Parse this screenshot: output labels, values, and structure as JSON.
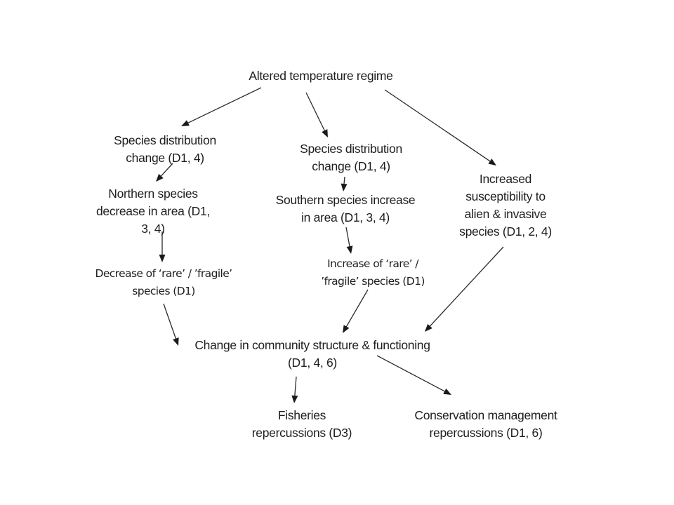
{
  "diagram": {
    "nodes": [
      {
        "id": "altered-temperature",
        "lines": [
          "Altered temperature regime"
        ]
      },
      {
        "id": "species-distribution-left",
        "lines": [
          "Species distribution",
          "change (D1, 4)"
        ]
      },
      {
        "id": "species-distribution-center",
        "lines": [
          "Species distribution",
          "change (D1, 4)"
        ]
      },
      {
        "id": "increased-susceptibility",
        "lines": [
          "Increased",
          "susceptibility to",
          "alien & invasive",
          "species (D1, 2, 4)"
        ]
      },
      {
        "id": "northern-species-decrease",
        "lines": [
          "Northern species",
          "decrease in area (D1,",
          "3, 4)"
        ]
      },
      {
        "id": "southern-species-increase",
        "lines": [
          "Southern species increase",
          "in area (D1, 3, 4)"
        ]
      },
      {
        "id": "decrease-rare-fragile",
        "lines": [
          "Decrease of ‘rare’ / ’fragile’",
          "species (D1)"
        ]
      },
      {
        "id": "increase-rare-fragile",
        "lines": [
          "Increase of ‘rare’ /",
          "’fragile’ species (D1)"
        ]
      },
      {
        "id": "community-structure-change",
        "lines": [
          "Change in community structure & functioning",
          "(D1, 4, 6)"
        ]
      },
      {
        "id": "fisheries-repercussions",
        "lines": [
          "Fisheries",
          "repercussions (D3)"
        ]
      },
      {
        "id": "conservation-management-repercussions",
        "lines": [
          "Conservation management",
          "repercussions (D1, 6)"
        ]
      }
    ],
    "edges": [
      {
        "from": "altered-temperature",
        "to": "species-distribution-left"
      },
      {
        "from": "altered-temperature",
        "to": "species-distribution-center"
      },
      {
        "from": "altered-temperature",
        "to": "increased-susceptibility"
      },
      {
        "from": "species-distribution-left",
        "to": "northern-species-decrease"
      },
      {
        "from": "species-distribution-center",
        "to": "southern-species-increase"
      },
      {
        "from": "northern-species-decrease",
        "to": "decrease-rare-fragile"
      },
      {
        "from": "southern-species-increase",
        "to": "increase-rare-fragile"
      },
      {
        "from": "decrease-rare-fragile",
        "to": "community-structure-change"
      },
      {
        "from": "increase-rare-fragile",
        "to": "community-structure-change"
      },
      {
        "from": "increased-susceptibility",
        "to": "community-structure-change"
      },
      {
        "from": "community-structure-change",
        "to": "fisheries-repercussions"
      },
      {
        "from": "community-structure-change",
        "to": "conservation-management-repercussions"
      }
    ]
  }
}
